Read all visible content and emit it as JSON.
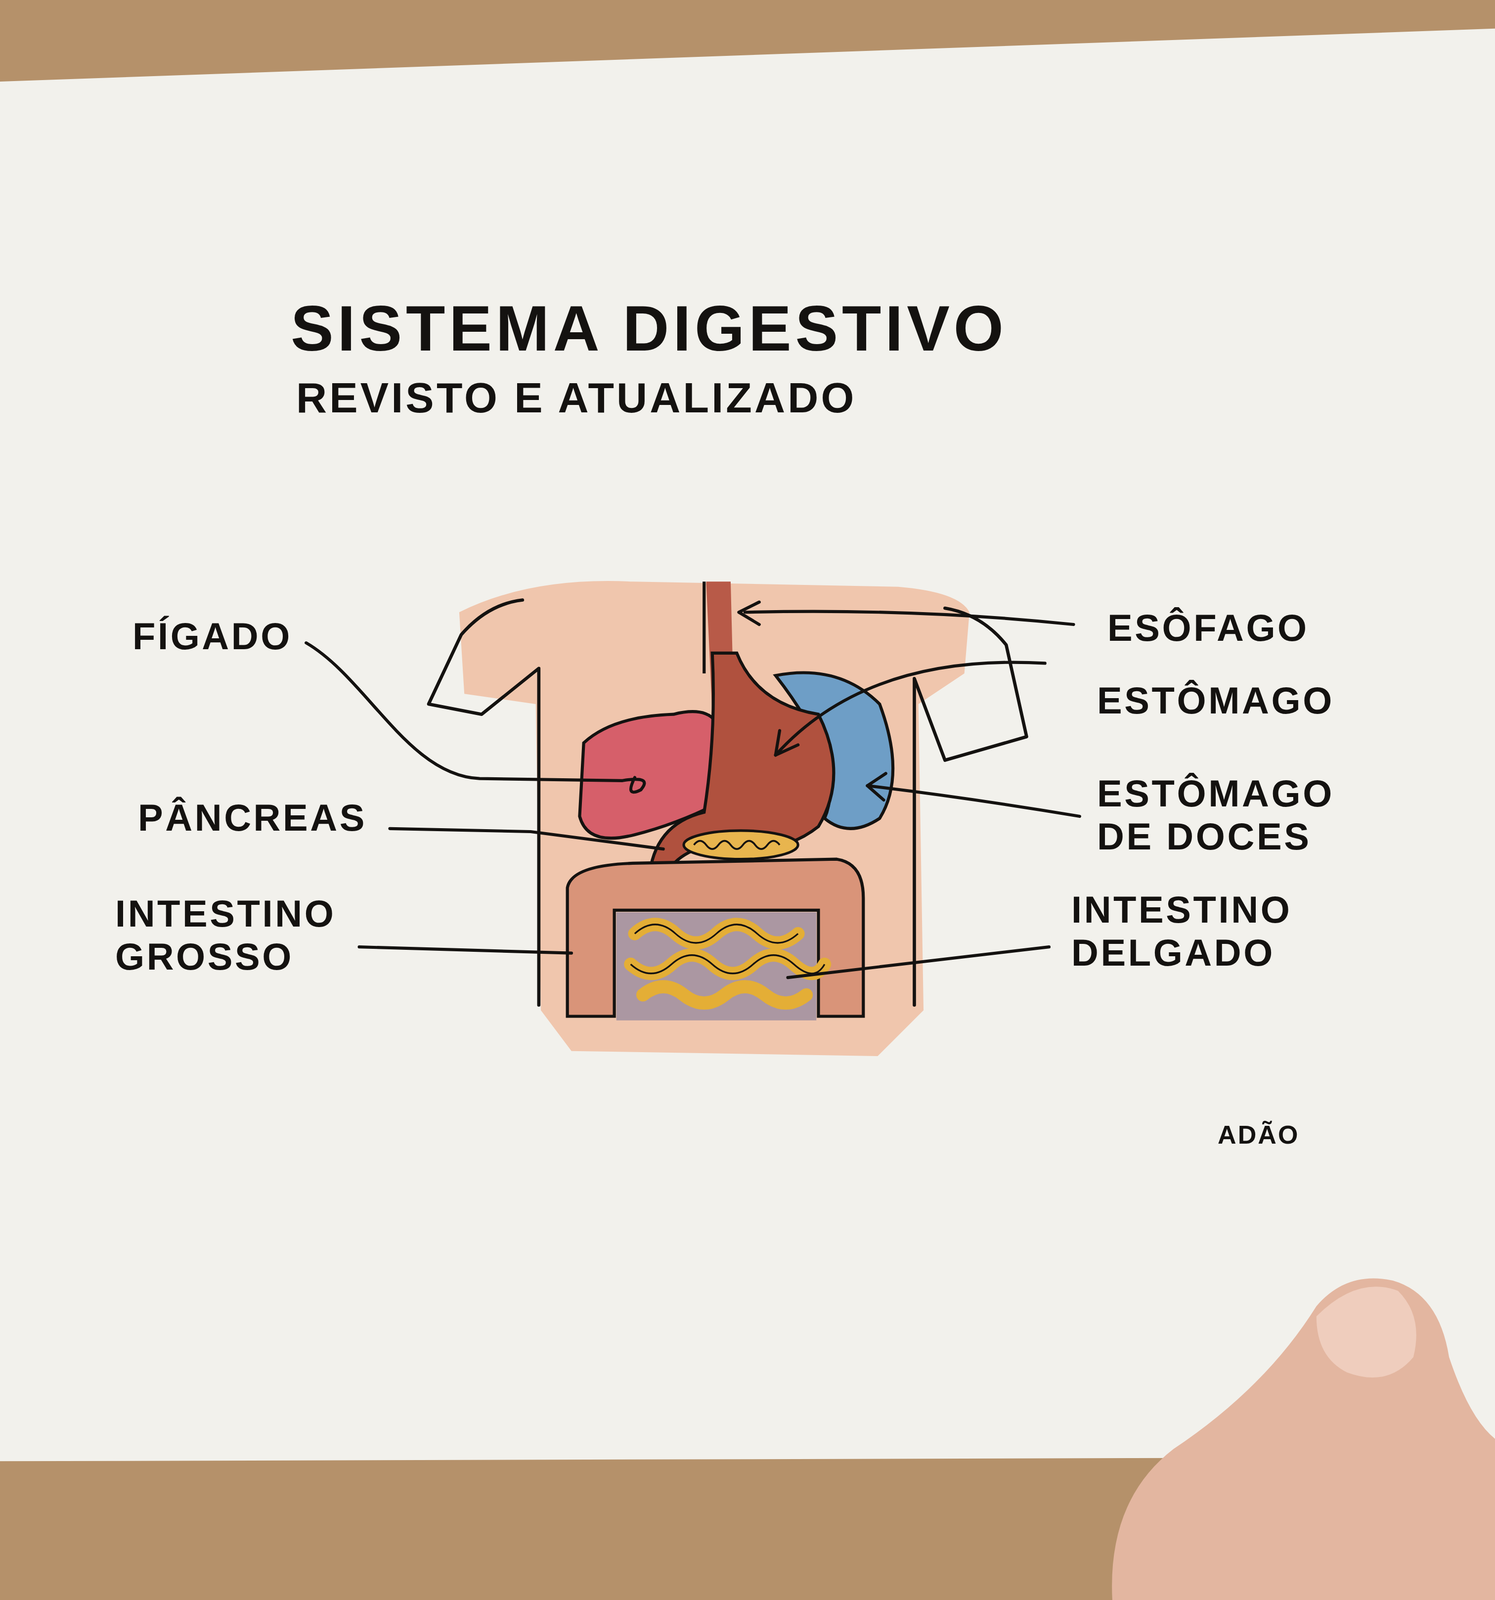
{
  "diagram": {
    "title": "SISTEMA DIGESTIVO",
    "labels": [
      "REVISTO E ATUALIZADO",
      "FÍGADO",
      "PÂNCREAS",
      "INTESTINO GROSSO",
      "ESÔFAGO",
      "ESTÔMAGO",
      "ESTÔMAGO DE DOCES",
      "INTESTINO DELGADO",
      "ADÃO"
    ]
  }
}
